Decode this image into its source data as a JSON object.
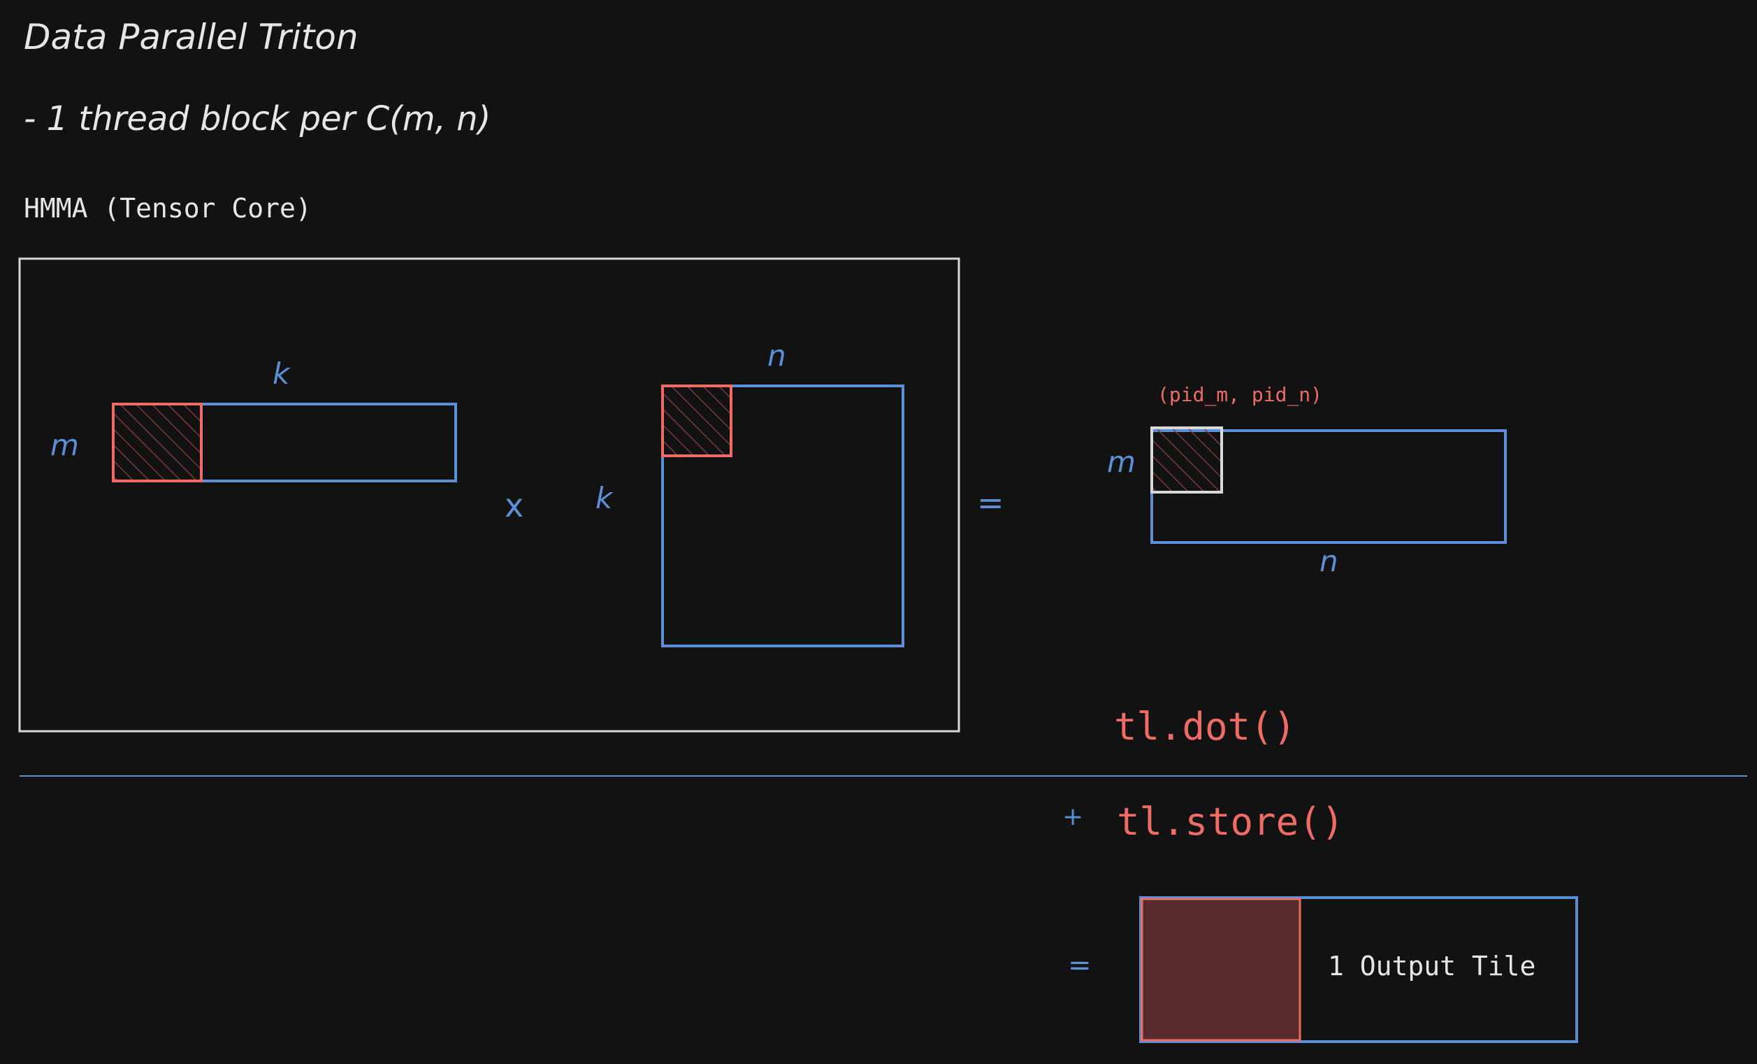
{
  "header": {
    "title": "Data Parallel Triton",
    "subtitle": "- 1 thread block per C(m, n)",
    "caption": "HMMA (Tensor Core)"
  },
  "matrix_a": {
    "row_label": "m",
    "col_label": "k"
  },
  "operators": {
    "multiply": "x",
    "equals": "=",
    "plus": "+",
    "equals2": "="
  },
  "matrix_b": {
    "row_label": "k",
    "col_label": "n"
  },
  "matrix_c": {
    "tile_label": "(pid_m, pid_n)",
    "row_label": "m",
    "col_label": "n"
  },
  "calls": {
    "dot": "tl.dot()",
    "store": "tl.store()"
  },
  "output": {
    "label": "1 Output Tile"
  },
  "colors": {
    "background": "#121212",
    "blue": "#5b8fd6",
    "red": "#ee6c64",
    "white": "#d9d9d9",
    "tile_fill": "#572b2d"
  }
}
